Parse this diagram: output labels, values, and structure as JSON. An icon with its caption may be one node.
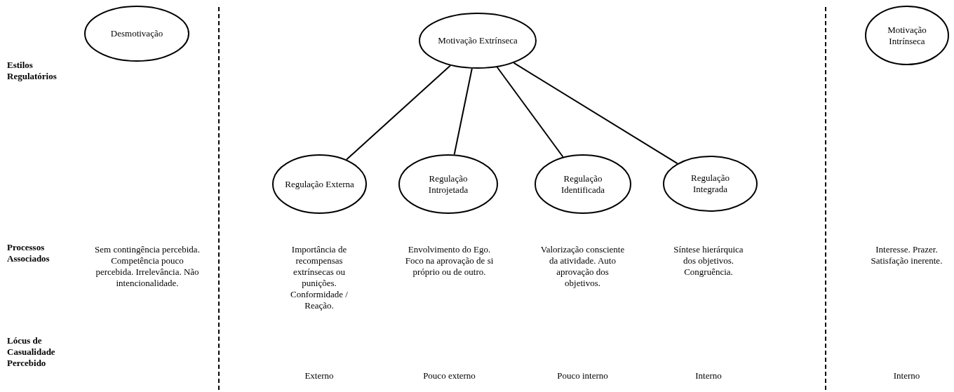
{
  "diagram": {
    "nodes": [
      {
        "text": [
          "Desmotivação"
        ]
      },
      {
        "text": [
          "Motivação Extrínseca"
        ]
      },
      {
        "text": [
          "Motivação Intrínseca"
        ]
      },
      {
        "text": [
          "Regulação Externa"
        ]
      },
      {
        "text": [
          "Regulação Introjetada"
        ]
      },
      {
        "text": [
          "Regulação Identificada"
        ]
      },
      {
        "text": [
          "Regulação Integrada"
        ]
      }
    ],
    "edges": [
      {
        "from": 1,
        "to": 3,
        "arrow": "none"
      },
      {
        "from": 1,
        "to": 4,
        "arrow": "none"
      },
      {
        "from": 1,
        "to": 5,
        "arrow": "none"
      },
      {
        "from": 1,
        "to": 6,
        "arrow": "none"
      }
    ],
    "labels": [
      "Estilos Regulatórios",
      "Processos Associados",
      "Sem contingência percebida. Competência pouco percebida. Irrelevância. Não intencionalidade.",
      "Importância de recompensas extrínsecas ou punições. Conformidade / Reação.",
      "Envolvimento do Ego. Foco na aprovação de si próprio ou de outro.",
      "Valorização consciente da atividade. Auto aprovação dos objetivos.",
      "Síntese hierárquica dos objetivos. Congruência.",
      "Interesse. Prazer. Satisfação inerente.",
      "Lócus de Casualidade Percebido",
      "Externo",
      "Pouco externo",
      "Pouco interno",
      "Interno",
      "Interno"
    ]
  }
}
